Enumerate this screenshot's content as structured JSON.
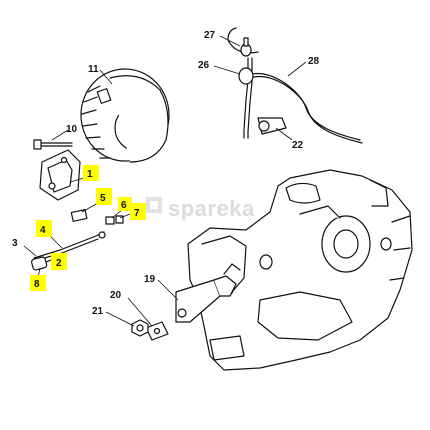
{
  "watermark": {
    "text": "spareka"
  },
  "callouts": [
    {
      "id": "1",
      "highlighted": true
    },
    {
      "id": "2",
      "highlighted": true
    },
    {
      "id": "3",
      "highlighted": false
    },
    {
      "id": "4",
      "highlighted": true
    },
    {
      "id": "5",
      "highlighted": true
    },
    {
      "id": "6",
      "highlighted": true
    },
    {
      "id": "7",
      "highlighted": true
    },
    {
      "id": "8",
      "highlighted": true
    },
    {
      "id": "10",
      "highlighted": false
    },
    {
      "id": "11",
      "highlighted": false
    },
    {
      "id": "19",
      "highlighted": false
    },
    {
      "id": "20",
      "highlighted": false
    },
    {
      "id": "21",
      "highlighted": false
    },
    {
      "id": "22",
      "highlighted": false
    },
    {
      "id": "26",
      "highlighted": false
    },
    {
      "id": "27",
      "highlighted": false
    },
    {
      "id": "28",
      "highlighted": false
    }
  ],
  "colors": {
    "highlight": "#ffff00",
    "line": "#111111",
    "watermark": "#dcdcdc"
  }
}
